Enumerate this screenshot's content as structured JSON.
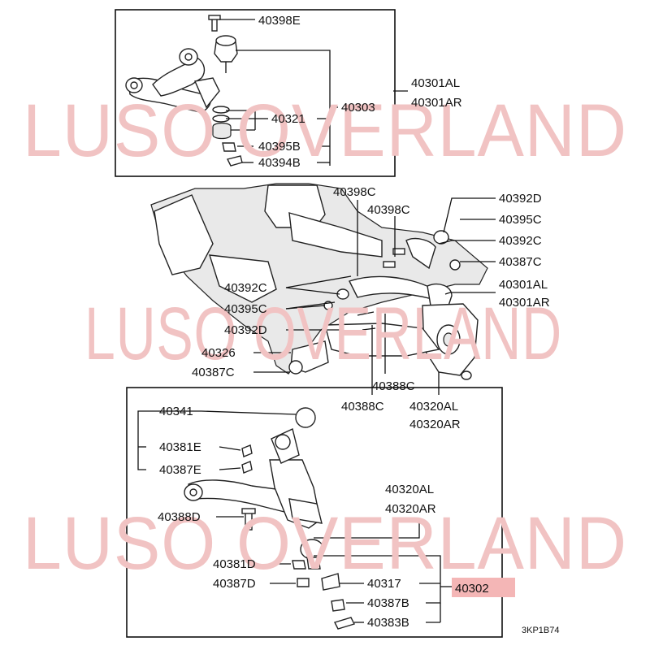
{
  "watermark": {
    "line1": "LUSO OVERLAND",
    "line2": "LUSO OVERLAND",
    "line3": "LUSO OVERLAND",
    "color": "#f1c3c3"
  },
  "highlight_color": "#f4b6b6",
  "diagram_code": "3KP1B74",
  "labels": {
    "p40398E": "40398E",
    "p40321": "40321",
    "p40303": "40303",
    "p40301AL_top": "40301AL",
    "p40301AR_top": "40301AR",
    "p40395B": "40395B",
    "p40394B": "40394B",
    "p40398C_a": "40398C",
    "p40398C_b": "40398C",
    "p40392D_r": "40392D",
    "p40395C_r": "40395C",
    "p40392C_r": "40392C",
    "p40387C_r": "40387C",
    "p40301AL_mid": "40301AL",
    "p40301AR_mid": "40301AR",
    "p40392C_l": "40392C",
    "p40395C_l": "40395C",
    "p40392D_l": "40392D",
    "p40326": "40326",
    "p40387C_l": "40387C",
    "p40388C_a": "40388C",
    "p40388C_b": "40388C",
    "p40320AL_mid": "40320AL",
    "p40320AR_mid": "40320AR",
    "p40341": "40341",
    "p40381E": "40381E",
    "p40387E": "40387E",
    "p40320AL_bot": "40320AL",
    "p40320AR_bot": "40320AR",
    "p40388D": "40388D",
    "p40381D": "40381D",
    "p40387D": "40387D",
    "p40317": "40317",
    "p40302": "40302",
    "p40387B": "40387B",
    "p40383B": "40383B"
  }
}
